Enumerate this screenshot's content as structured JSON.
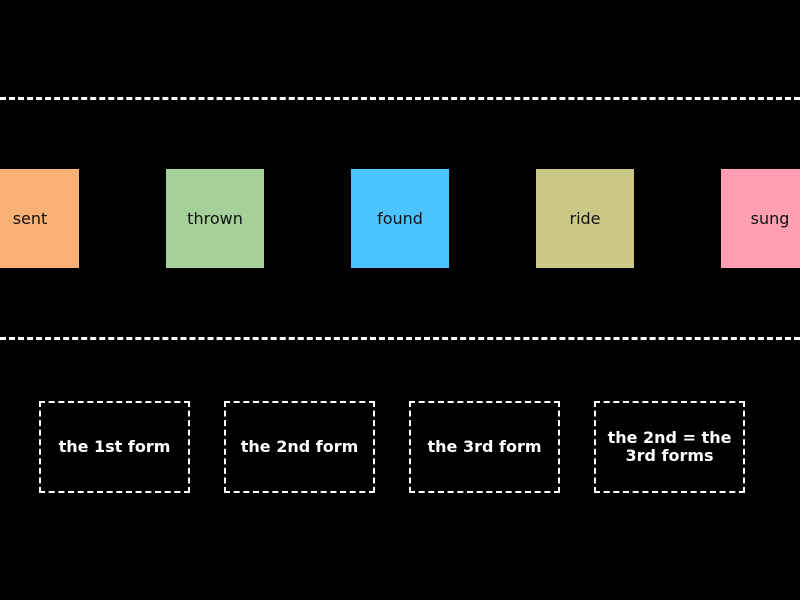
{
  "tiles": [
    {
      "label": "sent",
      "color": "#f8b074"
    },
    {
      "label": "thrown",
      "color": "#a6d09a"
    },
    {
      "label": "found",
      "color": "#4cc4ff"
    },
    {
      "label": "ride",
      "color": "#cbc886"
    },
    {
      "label": "sung",
      "color": "#ff9fb1"
    }
  ],
  "targets": [
    {
      "label": "the 1st form"
    },
    {
      "label": "the 2nd form"
    },
    {
      "label": "the 3rd form"
    },
    {
      "label": "the 2nd = the 3rd forms"
    }
  ],
  "colors": {
    "background": "#000000",
    "divider": "#ffffff",
    "target_text": "#ffffff"
  }
}
